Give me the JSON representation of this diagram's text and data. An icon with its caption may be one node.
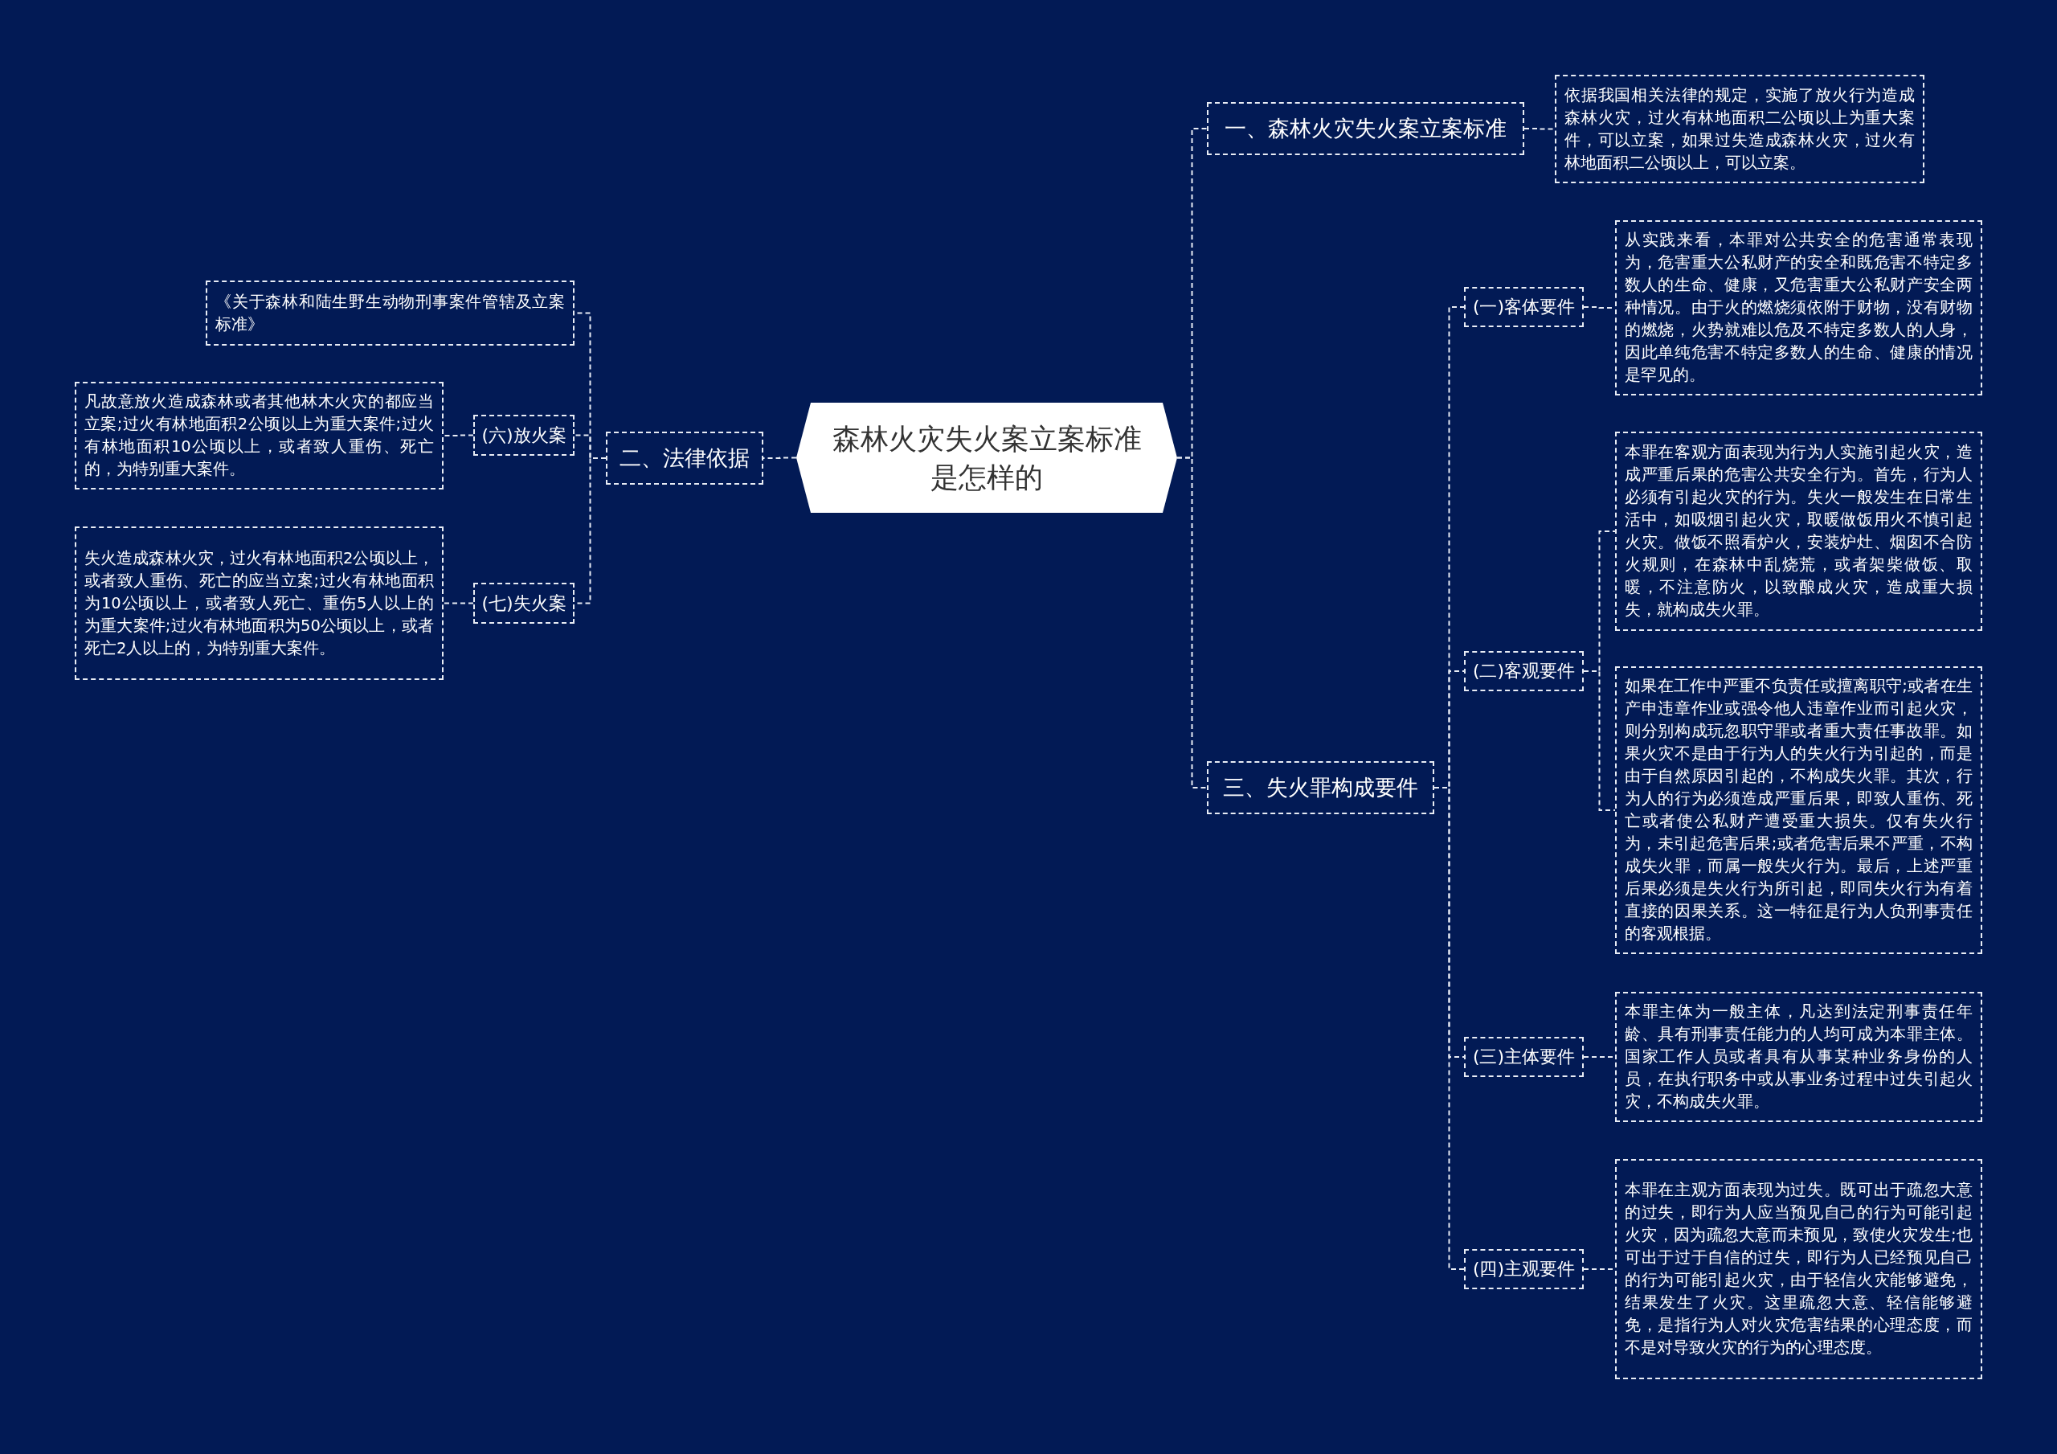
{
  "diagram": {
    "nodes": [
      {
        "text": [
          "森林火灾失火案立案标准是怎样的"
        ]
      },
      {
        "text": [
          "一、森林火灾失火案立案标准"
        ]
      },
      {
        "text": [
          "依据我国相关法律的规定，实施了放火行为造成森林火灾，过火有林地面积二公顷以上为重大案件，可以立案，如果过失造成森林火灾，过火有林地面积二公顷以上，可以立案。"
        ]
      },
      {
        "text": [
          "二、法律依据"
        ]
      },
      {
        "text": [
          "《关于森林和陆生野生动物刑事案件管辖及立案标准》"
        ]
      },
      {
        "text": [
          "(六)放火案"
        ]
      },
      {
        "text": [
          "凡故意放火造成森林或者其他林木火灾的都应当立案;过火有林地面积2公顷以上为重大案件;过火有林地面积10公顷以上，或者致人重伤、死亡的，为特别重大案件。"
        ]
      },
      {
        "text": [
          "(七)失火案"
        ]
      },
      {
        "text": [
          "失火造成森林火灾，过火有林地面积2公顷以上，或者致人重伤、死亡的应当立案;过火有林地面积为10公顷以上，或者致人死亡、重伤5人以上的为重大案件;过火有林地面积为50公顷以上，或者死亡2人以上的，为特别重大案件。"
        ]
      },
      {
        "text": [
          "三、失火罪构成要件"
        ]
      },
      {
        "text": [
          "(一)客体要件"
        ]
      },
      {
        "text": [
          "从实践来看，本罪对公共安全的危害通常表现为，危害重大公私财产的安全和既危害不特定多数人的生命、健康，又危害重大公私财产安全两种情况。由于火的燃烧须依附于财物，没有财物的燃烧，火势就难以危及不特定多数人的人身，因此单纯危害不特定多数人的生命、健康的情况是罕见的。"
        ]
      },
      {
        "text": [
          "(二)客观要件"
        ]
      },
      {
        "text": [
          "本罪在客观方面表现为行为人实施引起火灾，造成严重后果的危害公共安全行为。首先，行为人必须有引起火灾的行为。失火一般发生在日常生活中，如吸烟引起火灾，取暖做饭用火不慎引起火灾。做饭不照看炉火，安装炉灶、烟囱不合防火规则，在森林中乱烧荒，或者架柴做饭、取暖，不注意防火，以致酿成火灾，造成重大损失，就构成失火罪。"
        ]
      },
      {
        "text": [
          "如果在工作中严重不负责任或擅离职守;或者在生产申违章作业或强令他人违章作业而引起火灾，则分别构成玩忽职守罪或者重大责任事故罪。如果火灾不是由于行为人的失火行为引起的，而是由于自然原因引起的，不构成失火罪。其次，行为人的行为必须造成严重后果，即致人重伤、死亡或者使公私财产遭受重大损失。仅有失火行为，未引起危害后果;或者危害后果不严重，不构成失火罪，而属一般失火行为。最后，上述严重后果必须是失火行为所引起，即同失火行为有着直接的因果关系。这一特征是行为人负刑事责任的客观根据。"
        ]
      },
      {
        "text": [
          "(三)主体要件"
        ]
      },
      {
        "text": [
          "本罪主体为一般主体，凡达到法定刑事责任年龄、具有刑事责任能力的人均可成为本罪主体。国家工作人员或者具有从事某种业务身份的人员，在执行职务中或从事业务过程中过失引起火灾，不构成失火罪。"
        ]
      },
      {
        "text": [
          "(四)主观要件"
        ]
      },
      {
        "text": [
          "本罪在主观方面表现为过失。既可出于疏忽大意的过失，即行为人应当预见自己的行为可能引起火灾，因为疏忽大意而未预见，致使火灾发生;也可出于过于自信的过失，即行为人已经预见自己的行为可能引起火灾，由于轻信火灾能够避免，结果发生了火灾。这里疏忽大意、轻信能够避免，是指行为人对火灾危害结果的心理态度，而不是对导致火灾的行为的心理态度。"
        ]
      }
    ],
    "edges": [
      {
        "from": 0,
        "to": 1,
        "arrow": "none"
      },
      {
        "from": 1,
        "to": 2,
        "arrow": "none"
      },
      {
        "from": 0,
        "to": 3,
        "arrow": "none"
      },
      {
        "from": 3,
        "to": 4,
        "arrow": "none"
      },
      {
        "from": 3,
        "to": 5,
        "arrow": "none"
      },
      {
        "from": 5,
        "to": 6,
        "arrow": "none"
      },
      {
        "from": 3,
        "to": 7,
        "arrow": "none"
      },
      {
        "from": 7,
        "to": 8,
        "arrow": "none"
      },
      {
        "from": 0,
        "to": 9,
        "arrow": "none"
      },
      {
        "from": 9,
        "to": 10,
        "arrow": "none"
      },
      {
        "from": 10,
        "to": 11,
        "arrow": "none"
      },
      {
        "from": 9,
        "to": 12,
        "arrow": "none"
      },
      {
        "from": 12,
        "to": 13,
        "arrow": "none"
      },
      {
        "from": 12,
        "to": 14,
        "arrow": "none"
      },
      {
        "from": 9,
        "to": 15,
        "arrow": "none"
      },
      {
        "from": 15,
        "to": 16,
        "arrow": "none"
      },
      {
        "from": 9,
        "to": 17,
        "arrow": "none"
      },
      {
        "from": 17,
        "to": 18,
        "arrow": "none"
      }
    ]
  }
}
